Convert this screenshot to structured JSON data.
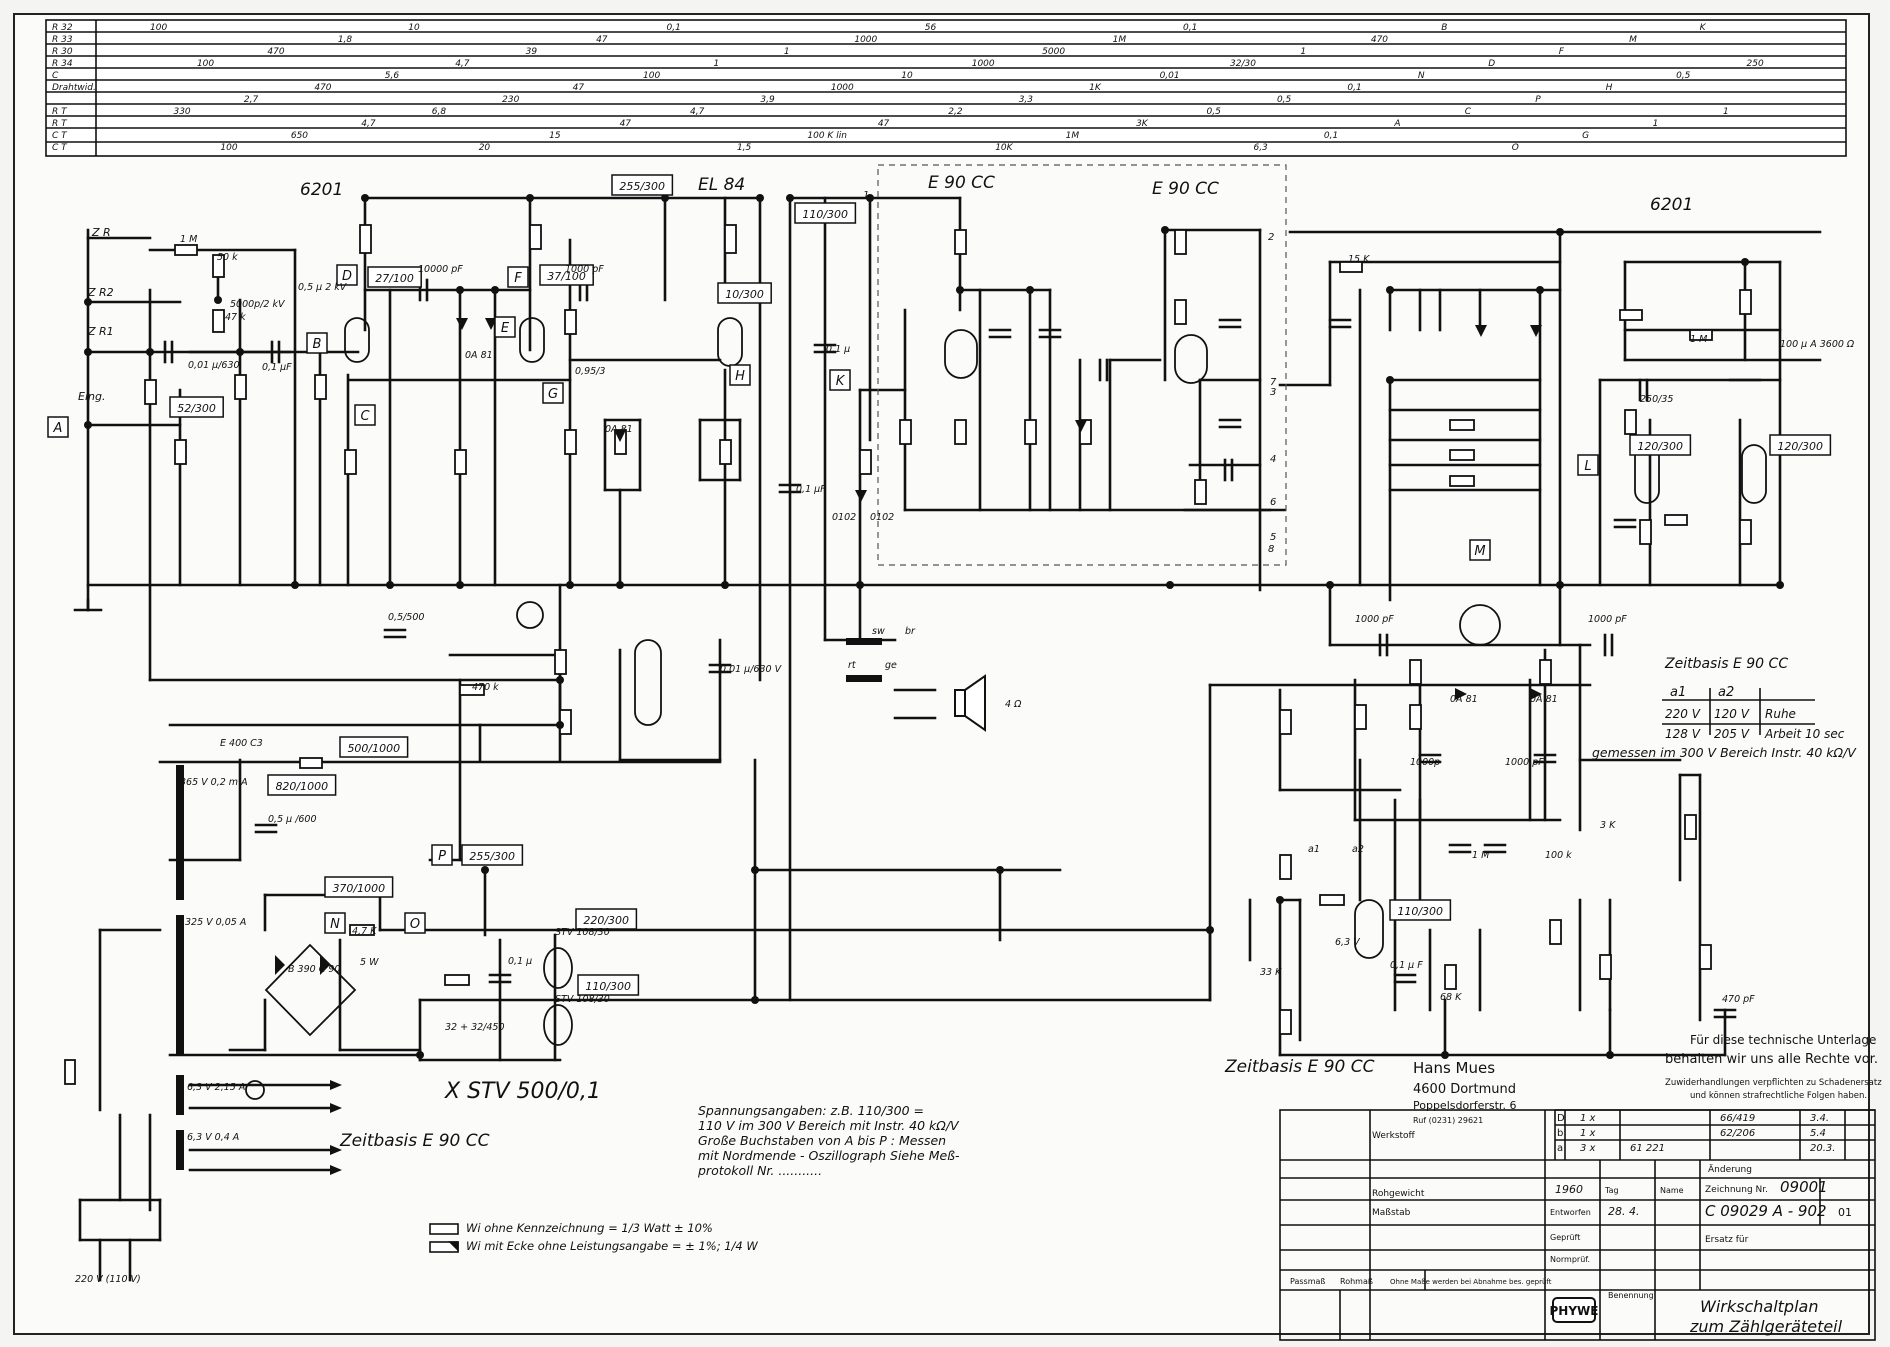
{
  "parts_table": {
    "row_labels": [
      "R 32",
      "R 33",
      "R 30",
      "R 34",
      "C",
      "Drahtwid.",
      "",
      "R T",
      "R T",
      "C T",
      "C T"
    ],
    "entries": [
      "100",
      "330",
      "100",
      "100",
      "2,7",
      "470",
      "650",
      "470",
      "1,8",
      "4,7",
      "5,6",
      "10",
      "6,8",
      "4,7",
      "20",
      "230",
      "39",
      "15",
      "47",
      "47",
      "47",
      "100",
      "0,1",
      "4,7",
      "1",
      "1,5",
      "3,9",
      "1",
      "100 K lin",
      "1000",
      "1000",
      "47",
      "10",
      "56",
      "2,2",
      "1000",
      "10K",
      "3,3",
      "5000",
      "1M",
      "1K",
      "1M",
      "3K",
      "0,01",
      "0,1",
      "0,5",
      "32/30",
      "6,3",
      "0,5",
      "1",
      "0,1",
      "0,1",
      "470",
      "A",
      "N",
      "B",
      "C",
      "D",
      "O",
      "P",
      "F",
      "G",
      "H",
      "M",
      "1",
      "0,5",
      "K",
      "1",
      "250"
    ]
  },
  "schematic": {
    "tube_labels": {
      "t1": "6201",
      "t2": "EL 84",
      "t3": "E 90 CC",
      "t4": "E 90 CC",
      "t5": "6201"
    },
    "inputs": [
      "Z R",
      "Z R2",
      "Z R1",
      "Eing."
    ],
    "terminal_letters": [
      "A",
      "B",
      "C",
      "D",
      "E",
      "F",
      "G",
      "H",
      "K",
      "L",
      "M",
      "N",
      "O",
      "P"
    ],
    "voltage_boxes": [
      "52/300",
      "27/100",
      "37/100",
      "255/300",
      "10/300",
      "110/300",
      "820/1000",
      "500/1000",
      "255/300",
      "370/1000",
      "220/300",
      "110/300",
      "120/300",
      "120/300",
      "110/300"
    ],
    "component_labels": [
      "1 M",
      "50 k",
      "47 k",
      "5000p/2 kV",
      "0,5 µ 2 kV",
      "0,01 µ/630",
      "0,1 µF",
      "10000 pF",
      "0A 81",
      "1000 pF",
      "0,95/3",
      "0A 81",
      "0,1 µ",
      "0,1 µF",
      "0102",
      "0,5/500",
      "470 k",
      "0,01 µ/630 V",
      "4 Ω",
      "sw",
      "br",
      "rt",
      "ge",
      "0102",
      "15 K",
      "100 µ A 3600 Ω",
      "250/35",
      "1 M",
      "0A 81",
      "0A 81",
      "1000 pF",
      "1000 pF",
      "1000p",
      "1000 pF",
      "E 400 C3",
      "365 V 0,2 m A",
      "0,5 µ /600",
      "325 V 0,05 A",
      "B 390 C 90",
      "5 W",
      "4,7 K",
      "32 + 32/450",
      "0,1 µ",
      "STV 108/30",
      "STV 108/30",
      "6,3 V 2,15 A",
      "6,3 V 0,4 A",
      "220 V (110 V)",
      "33 K",
      "68 K",
      "0,1 µ F",
      "470 pF",
      "6,3 V",
      "a1",
      "a2",
      "1 M",
      "100 k",
      "3 K"
    ],
    "numbers": [
      "1",
      "2",
      "3",
      "4",
      "5",
      "6",
      "7",
      "8"
    ]
  },
  "section_titles": {
    "zb1": "Zeitbasis E 90 CC",
    "zb2": "Zeitbasis E 90 CC",
    "zb3": "Zeitbasis E 90 CC"
  },
  "timebase_table": {
    "headers": [
      "a1",
      "a2",
      ""
    ],
    "rows": [
      [
        "220 V",
        "120 V",
        "Ruhe"
      ],
      [
        "128 V",
        "205 V",
        "Arbeit 10 sec"
      ]
    ],
    "note": "gemessen im 300 V Bereich Instr. 40 kΩ/V"
  },
  "handwritten": "X STV 500/0,1",
  "company": {
    "name": "Hans Mues",
    "city": "4600 Dortmund",
    "street": "Poppelsdorferstr. 6",
    "phone": "Ruf (0231) 29621"
  },
  "rights_notice": [
    "Für diese technische Unterlage",
    "behalten wir uns alle Rechte vor.",
    "Zuwiderhandlungen verpflichten zu Schadenersatz",
    "und können strafrechtliche Folgen haben."
  ],
  "notes": {
    "voltage": [
      "Spannungsangaben: z.B. 110/300 =",
      "110 V im 300 V Bereich mit Instr. 40 kΩ/V",
      "Große Buchstaben von A bis P : Messen",
      "mit Nordmende - Oszillograph Siehe Meß-",
      "protokoll Nr. ..........."
    ],
    "legend1": "Wi ohne Kennzeichnung = 1/3 Watt ± 10%",
    "legend2": "Wi mit Ecke ohne Leistungsangabe = ± 1%; 1/4 W"
  },
  "title_block": {
    "werkstoff": "Werkstoff",
    "rohgewicht": "Rohgewicht",
    "massstab": "Maßstab",
    "year": "1960",
    "tag_label": "Tag",
    "name_label": "Name",
    "entworfen": "Entworfen",
    "date": "28. 4.",
    "gepr": "Geprüft",
    "norm": "Normprüf.",
    "aenderung": "Änderung",
    "zeichnung_label": "Zeichnung Nr.",
    "zeichnung_no": "09001",
    "zeichnung_old": "C 09029 A - 902",
    "index": "01",
    "ersatz": "Ersatz für",
    "rev_rows": [
      [
        "D",
        "1 x",
        "",
        "66/419",
        "3.4."
      ],
      [
        "b",
        "1 x",
        "",
        "62/206",
        "5.4"
      ],
      [
        "a",
        "3 x",
        "61 221",
        "",
        "20.3."
      ]
    ],
    "passmass": "Passmaß",
    "rohmass": "Rohmaß",
    "ohne_masse": "Ohne Maße werden bei Abnahme bes. geprüft",
    "logo": "PHYWE",
    "benennung": "Benennung",
    "title1": "Wirkschaltplan",
    "title2": "zum Zählgeräteteil"
  }
}
